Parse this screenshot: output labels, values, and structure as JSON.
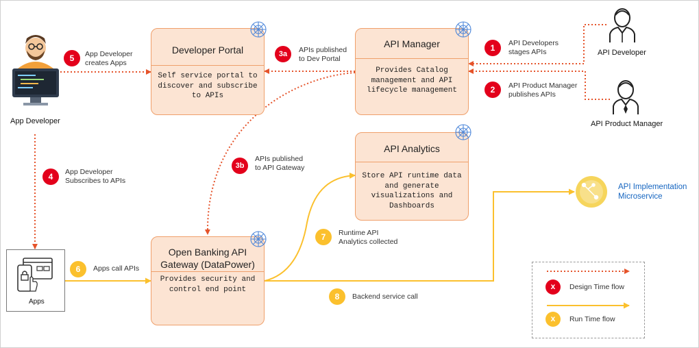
{
  "boxes": {
    "developer_portal": {
      "title": "Developer Portal",
      "body": [
        "Self service portal to",
        "discover and subscribe",
        "to APIs"
      ]
    },
    "api_manager": {
      "title": "API Manager",
      "body": [
        "Provides Catalog",
        "management and API",
        "lifecycle management"
      ]
    },
    "api_analytics": {
      "title": "API Analytics",
      "body": [
        "Store API runtime data",
        "and generate",
        "visualizations and",
        "Dashboards"
      ]
    },
    "gateway": {
      "title": [
        "Open Banking API",
        "Gateway (DataPower)"
      ],
      "body": [
        "Provides security and",
        "control end point"
      ]
    }
  },
  "actors": {
    "app_developer": "App Developer",
    "api_developer": "API Developer",
    "api_product_manager": "API Product Manager",
    "apps": "Apps",
    "microservice": [
      "API Implementation",
      "Microservice"
    ]
  },
  "steps": [
    {
      "id": "1",
      "color": "red",
      "text": [
        "API Developers",
        "stages APIs"
      ]
    },
    {
      "id": "2",
      "color": "red",
      "text": [
        "API Product Manager",
        "publishes APIs"
      ]
    },
    {
      "id": "3a",
      "color": "red",
      "text": [
        "APIs published",
        "to Dev Portal"
      ]
    },
    {
      "id": "3b",
      "color": "red",
      "text": [
        "APIs published",
        "to API Gateway"
      ]
    },
    {
      "id": "4",
      "color": "red",
      "text": [
        "App Developer",
        "Subscribes to APIs"
      ]
    },
    {
      "id": "5",
      "color": "red",
      "text": [
        "App Developer",
        "creates Apps"
      ]
    },
    {
      "id": "6",
      "color": "yellow",
      "text": [
        "Apps call APIs"
      ]
    },
    {
      "id": "7",
      "color": "yellow",
      "text": [
        "Runtime API",
        "Analytics collected"
      ]
    },
    {
      "id": "8",
      "color": "yellow",
      "text": [
        "Backend service call"
      ]
    }
  ],
  "legend": {
    "design": {
      "badge": "x",
      "label": "Design Time flow",
      "color": "#e5532a"
    },
    "runtime": {
      "badge": "x",
      "label": "Run Time flow",
      "color": "#fbc02d"
    }
  },
  "colors": {
    "box_fill": "#fce4d3",
    "box_border": "#ef9f6a",
    "design_flow": "#e5532a",
    "runtime_flow": "#fbc02d",
    "microservice_text": "#1565c0"
  }
}
